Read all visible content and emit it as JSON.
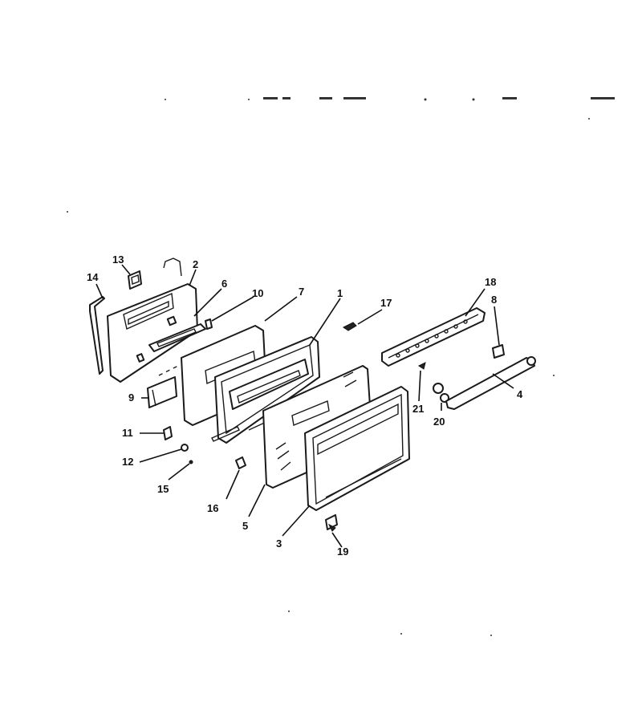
{
  "diagram": {
    "callouts": {
      "c1": "1",
      "c2": "2",
      "c3": "3",
      "c4": "4",
      "c5": "5",
      "c6": "6",
      "c7": "7",
      "c8": "8",
      "c9": "9",
      "c10": "10",
      "c11": "11",
      "c12": "12",
      "c13": "13",
      "c14": "14",
      "c15": "15",
      "c16": "16",
      "c17": "17",
      "c18": "18",
      "c19": "19",
      "c20": "20",
      "c21": "21"
    }
  },
  "colors": {
    "ink": "#1a1a1a",
    "paper": "#ffffff"
  }
}
